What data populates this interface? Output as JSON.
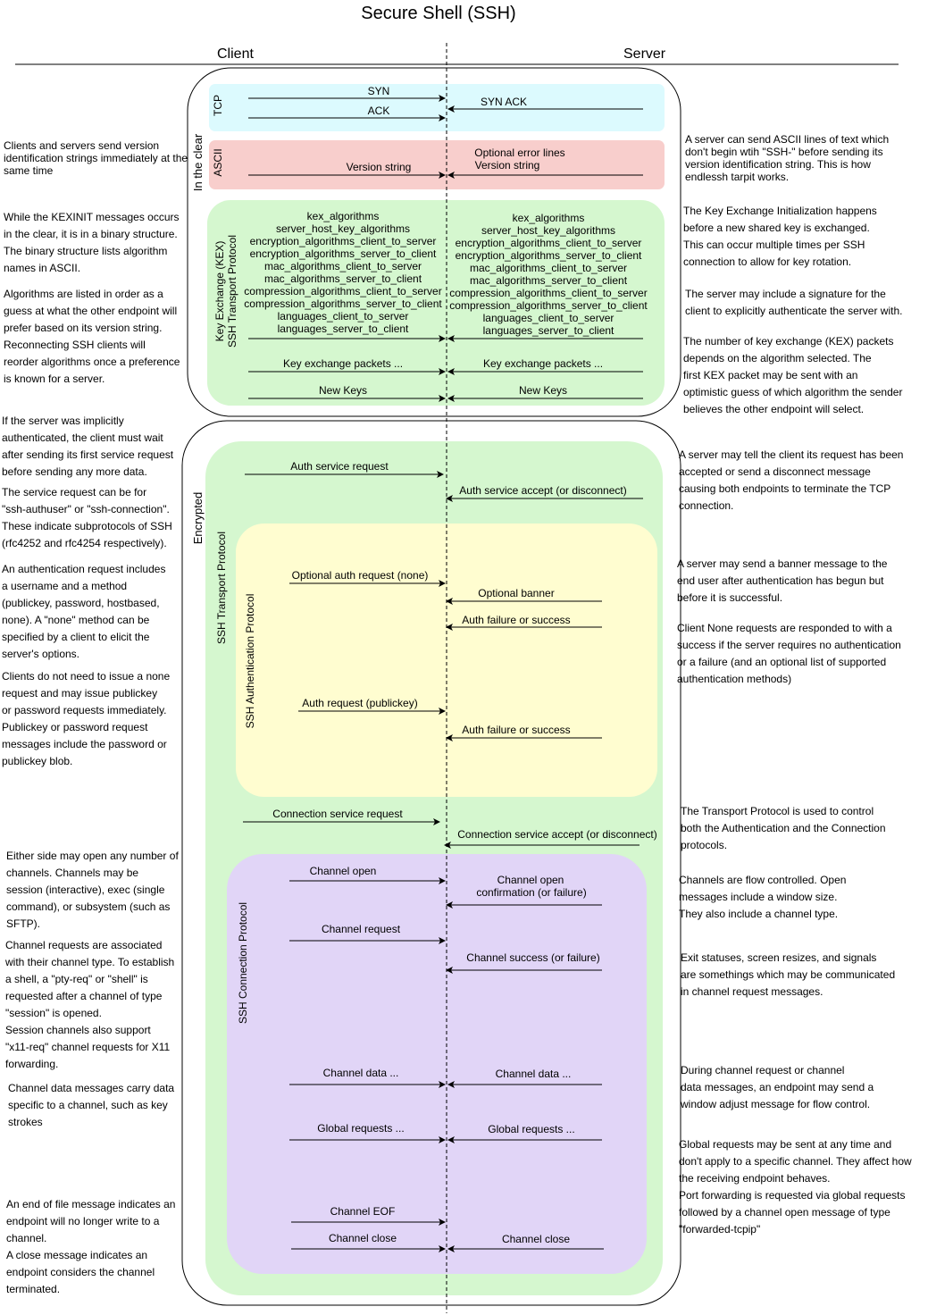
{
  "title": "Secure Shell (SSH)",
  "columns": {
    "client": "Client",
    "server": "Server"
  },
  "sections": {
    "in_the_clear": "In the clear",
    "encrypted": "Encrypted",
    "tcp": "TCP",
    "ascii": "ASCII",
    "kex": "Key Exchange (KEX)",
    "kex_transport": "SSH Transport Protocol",
    "transport": "SSH Transport Protocol",
    "auth": "SSH Authentication Protocol",
    "connection": "SSH Connection Protocol"
  },
  "messages": {
    "syn": "SYN",
    "ack": "ACK",
    "syn_ack": "SYN ACK",
    "version_client": "Version string",
    "optional_error": "Optional error lines",
    "version_server": "Version string",
    "kex_client": [
      "kex_algorithms",
      "server_host_key_algorithms",
      "encryption_algorithms_client_to_server",
      "encryption_algorithms_server_to_client",
      "mac_algorithms_client_to_server",
      "mac_algorithms_server_to_client",
      "compression_algorithms_client_to_server",
      "compression_algorithms_server_to_client",
      "languages_client_to_server",
      "languages_server_to_client"
    ],
    "kex_server": [
      "kex_algorithms",
      "server_host_key_algorithms",
      "encryption_algorithms_client_to_server",
      "encryption_algorithms_server_to_client",
      "mac_algorithms_client_to_server",
      "mac_algorithms_server_to_client",
      "compression_algorithms_client_to_server",
      "compression_algorithms_server_to_client",
      "languages_client_to_server",
      "languages_server_to_client"
    ],
    "kex_packets_client": "Key exchange packets ...",
    "kex_packets_server": "Key exchange packets ...",
    "new_keys_client": "New Keys",
    "new_keys_server": "New Keys",
    "auth_service_request": "Auth service request",
    "auth_service_accept": "Auth service accept (or disconnect)",
    "optional_auth_request": "Optional auth request (none)",
    "optional_banner": "Optional banner",
    "auth_failure_1": "Auth failure or success",
    "auth_request_publickey": "Auth request (publickey)",
    "auth_failure_2": "Auth failure or success",
    "connection_service_request": "Connection service request",
    "connection_service_accept": "Connection service accept (or disconnect)",
    "channel_open": "Channel open",
    "channel_open_confirmation": [
      "Channel open",
      "confirmation (or failure)"
    ],
    "channel_request": "Channel request",
    "channel_success": "Channel success (or failure)",
    "channel_data_client": "Channel data ...",
    "channel_data_server": "Channel data ...",
    "global_requests_client": "Global requests ...",
    "global_requests_server": "Global requests ...",
    "channel_eof": "Channel EOF",
    "channel_close_client": "Channel close",
    "channel_close_server": "Channel close"
  },
  "notes_left": {
    "version": [
      "Clients and servers send version",
      "identification strings immediately at the",
      "same time"
    ],
    "kexinit": [
      "While the KEXINIT messages occurs",
      "in the clear, it is in a binary structure.",
      "The binary structure lists algorithm",
      "names in ASCII."
    ],
    "algorithms": [
      "Algorithms are listed in order as a",
      "guess at what the other endpoint will",
      "prefer based on its version string.",
      "Reconnecting SSH clients will",
      "reorder algorithms once a preference",
      "is known for a server."
    ],
    "implicit": [
      "If the server was implicitly",
      "authenticated, the client must wait",
      "after sending its first service request",
      "before sending any more data."
    ],
    "service_request": [
      "The service request can be for",
      "\"ssh-authuser\" or \"ssh-connection\".",
      "These indicate subprotocols of SSH",
      "(rfc4252 and rfc4254 respectively)."
    ],
    "auth_request": [
      "An authentication request includes",
      "a username and a method",
      "(publickey, password, hostbased,",
      "none). A \"none\" method can be",
      "specified by a client to elicit the",
      "server's options."
    ],
    "none_request": [
      "Clients do not need to issue a none",
      "request and may issue publickey",
      "or password requests immediately.",
      "Publickey or password request",
      "messages include the password or",
      "publickey blob."
    ],
    "channels": [
      "Either side may open any number of",
      "channels. Channels may be",
      "session (interactive), exec (single",
      "command), or subsystem (such as",
      "SFTP)."
    ],
    "channel_requests": [
      "Channel requests are associated",
      "with their channel type. To establish",
      "a shell, a \"pty-req\" or \"shell\" is",
      "requested after a channel of type",
      "\"session\" is opened.",
      "Session channels also support",
      "\"x11-req\" channel requests for X11",
      "forwarding."
    ],
    "channel_data": [
      "Channel data messages carry data",
      "specific to a channel, such as key",
      "strokes"
    ],
    "eof": [
      "An end of file message indicates an",
      "endpoint will no longer write to a",
      "channel.",
      "A close message indicates an",
      "endpoint considers the channel",
      "terminated."
    ]
  },
  "notes_right": {
    "ascii": [
      "A server can send ASCII lines of text which",
      "don't begin wtih \"SSH-\" before sending its",
      "version identification string. This is how",
      "endlessh tarpit works."
    ],
    "kex_init": [
      "The Key Exchange Initialization happens",
      "before a new shared key is exchanged.",
      "This can occur multiple times per SSH",
      "connection to allow for key rotation."
    ],
    "signature": [
      "The server may include a signature for the",
      "client to explicitly authenticate the server with."
    ],
    "kex_packets": [
      "The number of key exchange (KEX) packets",
      "depends on the algorithm selected. The",
      "first KEX packet may be sent with an",
      "optimistic guess of which algorithm the sender",
      "believes the other endpoint will select."
    ],
    "accept": [
      "A server may tell the client its request has been",
      "accepted or send a disconnect message",
      "causing both endpoints to terminate the TCP",
      "connection."
    ],
    "banner": [
      "A server may send a banner message to the",
      "end user after authentication has begun but",
      "before it is successful."
    ],
    "none_response": [
      "Client None requests are responded to with a",
      "success if the server requires no authentication",
      "or a failure (and an optional list of supported",
      "authentication methods)"
    ],
    "transport": [
      "The Transport Protocol is used to control",
      "both the Authentication and the Connection",
      "protocols."
    ],
    "flow": [
      "Channels are flow controlled. Open",
      "messages include a window size.",
      "They also include a channel type."
    ],
    "exit": [
      "Exit statuses, screen resizes, and signals",
      "are somethings which may be communicated",
      "in channel request messages."
    ],
    "window_adjust": [
      "During channel request or channel",
      "data messages, an endpoint may send a",
      "window adjust message for flow control."
    ],
    "global": [
      "Global requests may be sent at any time and",
      "don't apply to a specific channel. They affect how",
      "the receiving endpoint behaves.",
      "Port forwarding is requested via global requests",
      "followed by a channel open message of type",
      "\"forwarded-tcpip\""
    ]
  },
  "colors": {
    "tcp": "#dcfafe",
    "ascii": "#f8cecc",
    "kex": "#d5f7cf",
    "transport": "#d5f7cf",
    "auth": "#fffdd0",
    "connection": "#e1d5f7"
  }
}
